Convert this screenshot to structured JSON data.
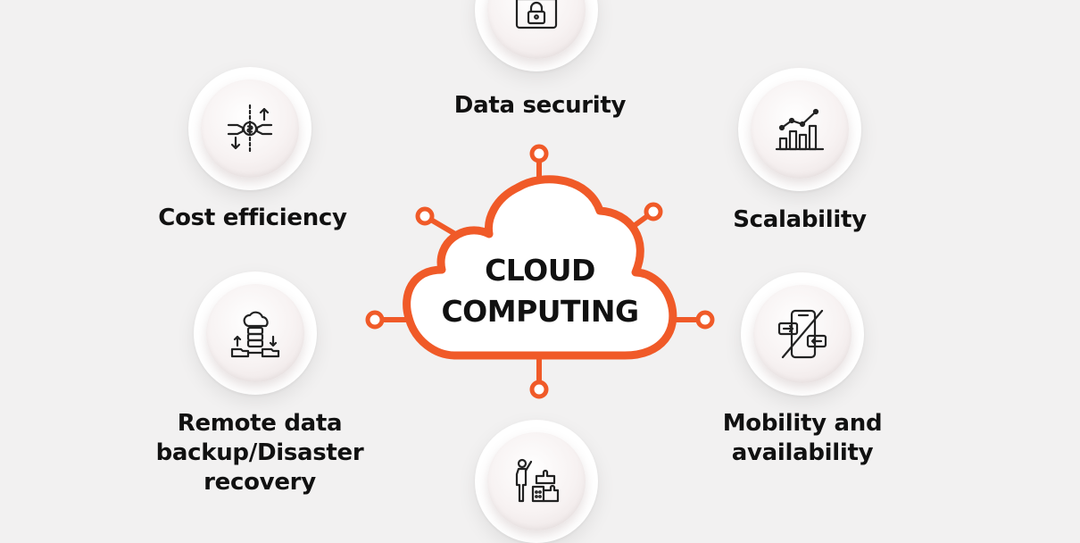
{
  "center": {
    "line1": "CLOUD",
    "line2": "COMPUTING"
  },
  "benefits": {
    "data_security": "Data security",
    "scalability": "Scalability",
    "cost_efficiency": "Cost efficiency",
    "mobility_line1": "Mobility and",
    "mobility_line2": "availability",
    "remote_line1": "Remote data",
    "remote_line2": "backup/Disaster",
    "remote_line3": "recovery"
  },
  "colors": {
    "accent": "#f05a28",
    "text": "#111111",
    "background": "#f2f1f1"
  },
  "icons": [
    "lock-icon",
    "growth-chart-icon",
    "cost-exchange-icon",
    "mobile-transfer-icon",
    "data-backup-icon",
    "collaboration-icon"
  ]
}
